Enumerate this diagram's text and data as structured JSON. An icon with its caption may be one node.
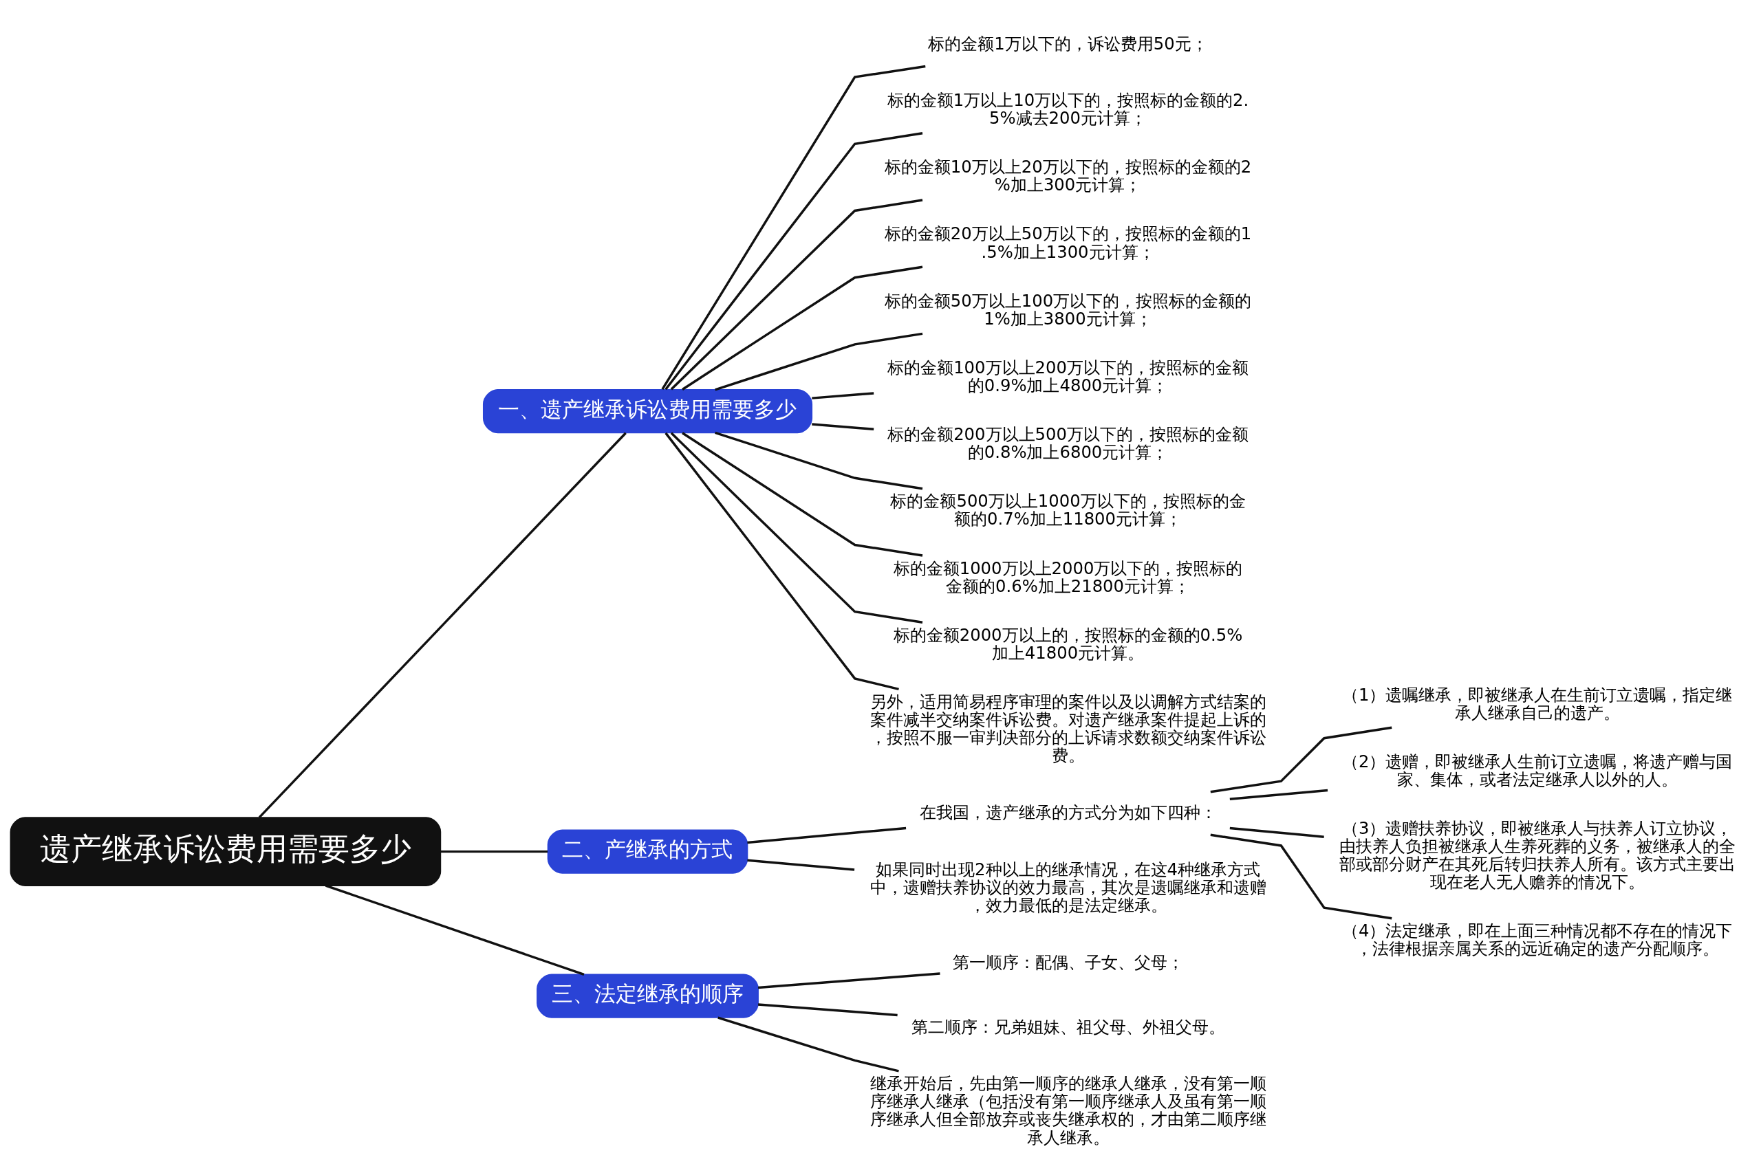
{
  "diagram": {
    "nodes": [
      {
        "text": [
          "遗产继承诉讼费用需要多少"
        ]
      },
      {
        "text": [
          "一、遗产继承诉讼费用需要多少"
        ]
      },
      {
        "text": [
          "标的金额1万以下的，诉讼费用50元；"
        ]
      },
      {
        "text": [
          "标的金额1万以上10万以下的，按照标的金额的2.5%减去200元计算；"
        ]
      },
      {
        "text": [
          "标的金额10万以上20万以下的，按照标的金额的2%加上300元计算；"
        ]
      },
      {
        "text": [
          "标的金额20万以上50万以下的，按照标的金额的1.5%加上1300元计算；"
        ]
      },
      {
        "text": [
          "标的金额50万以上100万以下的，按照标的金额的1%加上3800元计算；"
        ]
      },
      {
        "text": [
          "标的金额100万以上200万以下的，按照标的金额的0.9%加上4800元计算；"
        ]
      },
      {
        "text": [
          "标的金额200万以上500万以下的，按照标的金额的0.8%加上6800元计算；"
        ]
      },
      {
        "text": [
          "标的金额500万以上1000万以下的，按照标的金额的0.7%加上11800元计算；"
        ]
      },
      {
        "text": [
          "标的金额1000万以上2000万以下的，按照标的金额的0.6%加上21800元计算；"
        ]
      },
      {
        "text": [
          "标的金额2000万以上的，按照标的金额的0.5%加上41800元计算。"
        ]
      },
      {
        "text": [
          "另外，适用简易程序审理的案件以及以调解方式结案的案件减半交纳案件诉讼费。对遗产继承案件提起上诉的，按照不服一审判决部分的上诉请求数额交纳案件诉讼费。"
        ]
      },
      {
        "text": [
          "二、产继承的方式"
        ]
      },
      {
        "text": [
          "在我国，遗产继承的方式分为如下四种："
        ]
      },
      {
        "text": [
          "（1）遗嘱继承，即被继承人在生前订立遗嘱，指定继承人继承自己的遗产。"
        ]
      },
      {
        "text": [
          "（2）遗赠，即被继承人生前订立遗嘱，将遗产赠与国家、集体，或者法定继承人以外的人。"
        ]
      },
      {
        "text": [
          "（3）遗赠扶养协议，即被继承人与扶养人订立协议，由扶养人负担被继承人生养死葬的义务，被继承人的全部或部分财产在其死后转归扶养人所有。该方式主要出现在老人无人赡养的情况下。"
        ]
      },
      {
        "text": [
          "（4）法定继承，即在上面三种情况都不存在的情况下，法律根据亲属关系的远近确定的遗产分配顺序。"
        ]
      },
      {
        "text": [
          "如果同时出现2种以上的继承情况，在这4种继承方式中，遗赠扶养协议的效力最高，其次是遗嘱继承和遗赠，效力最低的是法定继承。"
        ]
      },
      {
        "text": [
          "三、法定继承的顺序"
        ]
      },
      {
        "text": [
          "第一顺序：配偶、子女、父母；"
        ]
      },
      {
        "text": [
          "第二顺序：兄弟姐妹、祖父母、外祖父母。"
        ]
      },
      {
        "text": [
          "继承开始后，先由第一顺序的继承人继承，没有第一顺序继承人继承（包括没有第一顺序继承人及虽有第一顺序继承人但全部放弃或丧失继承权的，才由第二顺序继承人继承。"
        ]
      }
    ],
    "edges": [
      {
        "from": 0,
        "to": 1,
        "arrow": "none"
      },
      {
        "from": 1,
        "to": 2,
        "arrow": "none"
      },
      {
        "from": 1,
        "to": 3,
        "arrow": "none"
      },
      {
        "from": 1,
        "to": 4,
        "arrow": "none"
      },
      {
        "from": 1,
        "to": 5,
        "arrow": "none"
      },
      {
        "from": 1,
        "to": 6,
        "arrow": "none"
      },
      {
        "from": 1,
        "to": 7,
        "arrow": "none"
      },
      {
        "from": 1,
        "to": 8,
        "arrow": "none"
      },
      {
        "from": 1,
        "to": 9,
        "arrow": "none"
      },
      {
        "from": 1,
        "to": 10,
        "arrow": "none"
      },
      {
        "from": 1,
        "to": 11,
        "arrow": "none"
      },
      {
        "from": 1,
        "to": 12,
        "arrow": "none"
      },
      {
        "from": 0,
        "to": 13,
        "arrow": "none"
      },
      {
        "from": 13,
        "to": 14,
        "arrow": "none"
      },
      {
        "from": 14,
        "to": 15,
        "arrow": "none"
      },
      {
        "from": 14,
        "to": 16,
        "arrow": "none"
      },
      {
        "from": 14,
        "to": 17,
        "arrow": "none"
      },
      {
        "from": 14,
        "to": 18,
        "arrow": "none"
      },
      {
        "from": 13,
        "to": 19,
        "arrow": "none"
      },
      {
        "from": 0,
        "to": 20,
        "arrow": "none"
      },
      {
        "from": 20,
        "to": 21,
        "arrow": "none"
      },
      {
        "from": 20,
        "to": 22,
        "arrow": "none"
      },
      {
        "from": 20,
        "to": 23,
        "arrow": "none"
      }
    ]
  }
}
